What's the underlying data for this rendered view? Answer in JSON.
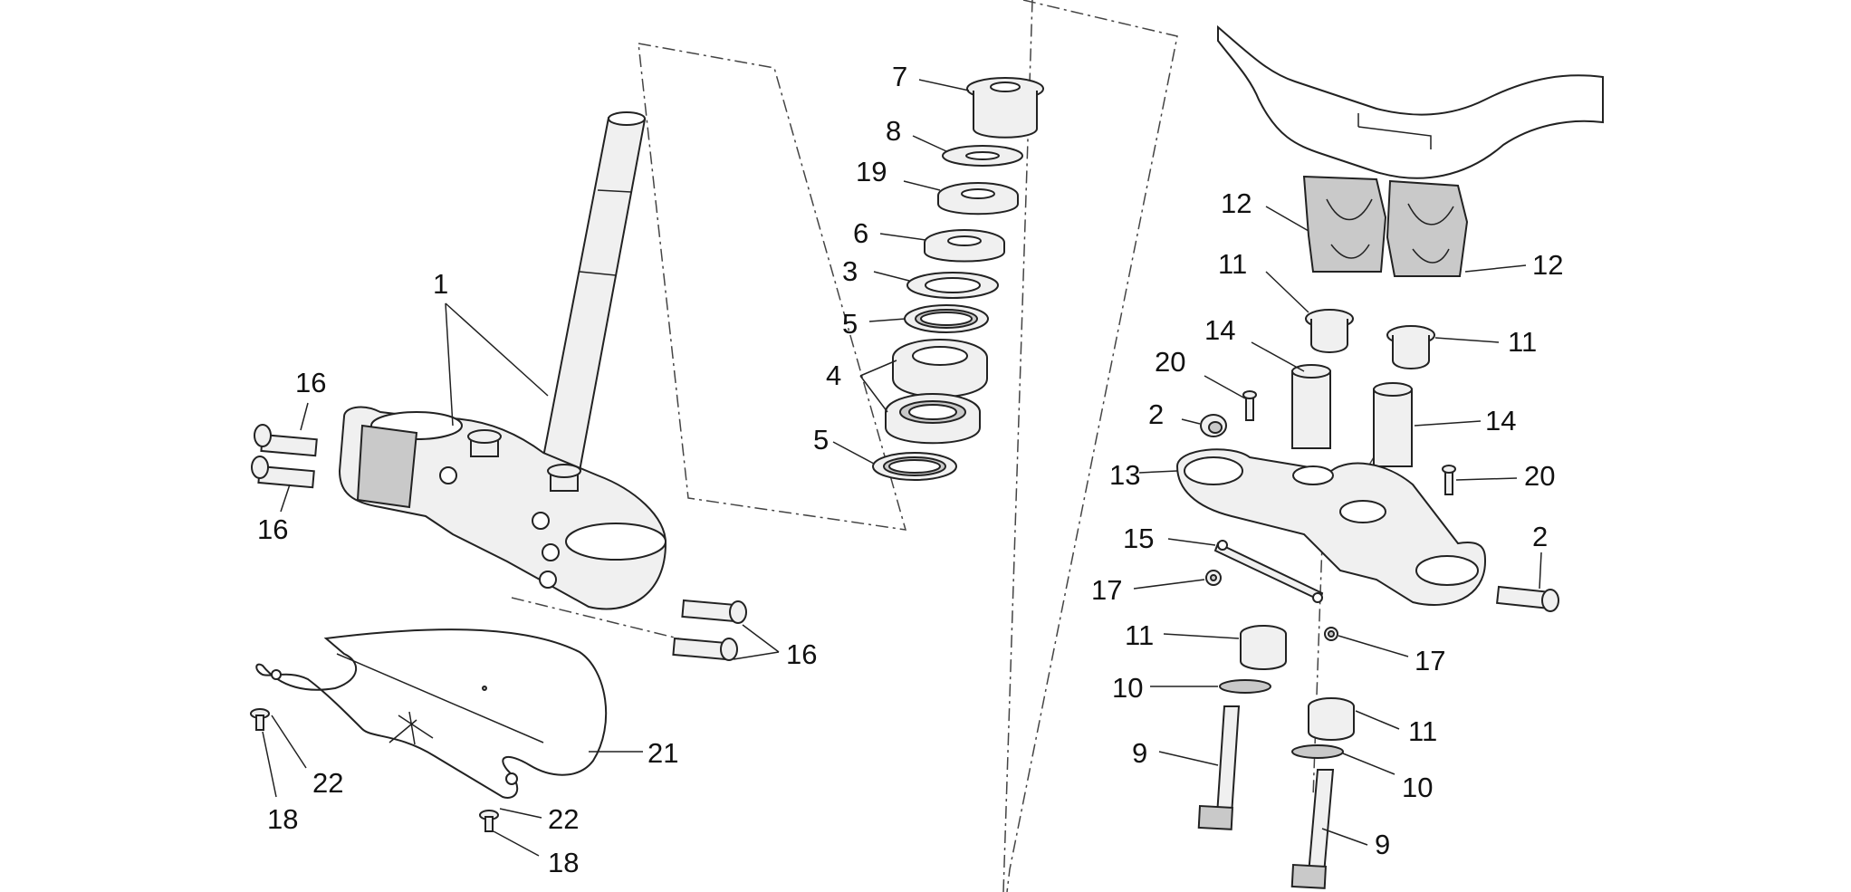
{
  "callouts": {
    "c1": "1",
    "c2a": "2",
    "c2b": "2",
    "c3": "3",
    "c4": "4",
    "c5a": "5",
    "c5b": "5",
    "c6": "6",
    "c7": "7",
    "c8": "8",
    "c9a": "9",
    "c9b": "9",
    "c10a": "10",
    "c10b": "10",
    "c11a": "11",
    "c11b": "11",
    "c11c": "11",
    "c11d": "11",
    "c12a": "12",
    "c12b": "12",
    "c13": "13",
    "c14a": "14",
    "c14b": "14",
    "c15": "15",
    "c16a": "16",
    "c16b": "16",
    "c16c": "16",
    "c17a": "17",
    "c17b": "17",
    "c18a": "18",
    "c18b": "18",
    "c19": "19",
    "c20a": "20",
    "c20b": "20",
    "c21": "21",
    "c22a": "22",
    "c22b": "22"
  }
}
